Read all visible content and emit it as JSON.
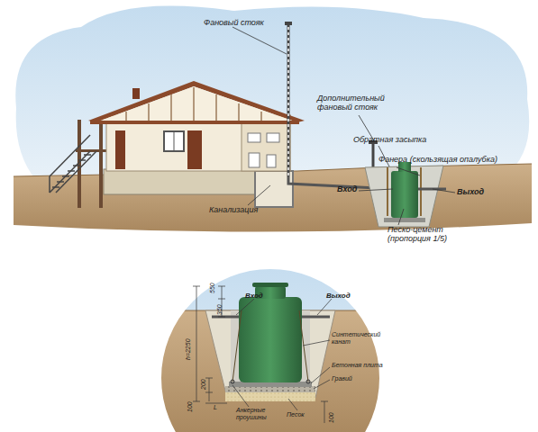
{
  "diagram": {
    "labels": [
      "Фановый стояк",
      "Дополнительный фановый стояк",
      "Обратная засыпка",
      "Фанера (скользящая опалубка)",
      "Вход",
      "Выход",
      "Канализация",
      "Песко-цемент (пропорция 1/5)",
      "Вход",
      "Выход",
      "550",
      "350",
      "h=2250",
      "200",
      "100",
      "L",
      "Синтетический канат",
      "Бетонная плита",
      "Гравий",
      "Анкерные проушины",
      "Песок",
      "100"
    ]
  }
}
